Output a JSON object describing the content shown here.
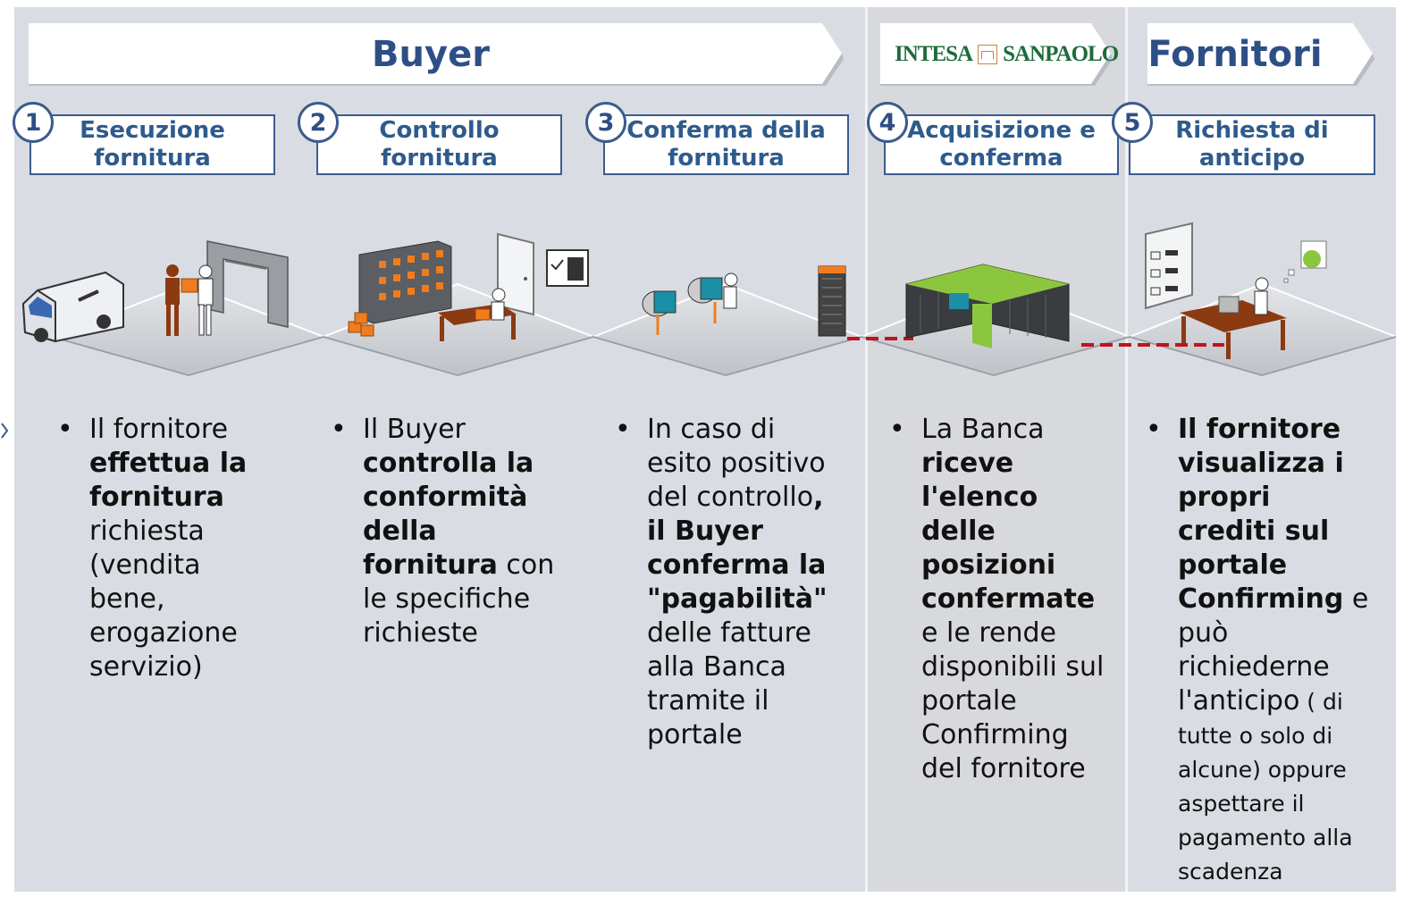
{
  "headers": {
    "buyer": "Buyer",
    "bank_logo_left": "INTESA",
    "bank_logo_right": "SANPAOLO",
    "suppliers": "Fornitori"
  },
  "steps": [
    {
      "num": "1",
      "title": "Esecuzione fornitura"
    },
    {
      "num": "2",
      "title": "Controllo fornitura"
    },
    {
      "num": "3",
      "title": "Conferma della fornitura"
    },
    {
      "num": "4",
      "title": "Acquisizione e conferma"
    },
    {
      "num": "5",
      "title": "Richiesta di anticipo"
    }
  ],
  "descriptions": {
    "d1": {
      "a": "Il fornitore ",
      "b": "effettua la fornitura",
      "c": " richiesta (vendita bene, erogazione servizio)"
    },
    "d2": {
      "a": "Il Buyer ",
      "b": "controlla la conformità della fornitura",
      "c": " con le specifiche richieste"
    },
    "d3": {
      "a": "In caso di esito positivo del controllo",
      "b": ", il Buyer conferma la \"pagabilità\"",
      "c": " delle fatture alla Banca tramite il portale"
    },
    "d4": {
      "a": "La Banca ",
      "b": "riceve l'elenco delle posizioni confermate",
      "c": " e le rende disponibili sul portale Confirming del fornitore"
    },
    "d5": {
      "b": "Il fornitore visualizza i propri crediti sul portale Confirming",
      "c": " e può richiederne l'anticipo",
      "d": " ( di tutte o solo di alcune) oppure aspettare il pagamento alla scadenza"
    }
  },
  "bullet": "•",
  "colors": {
    "accent": "#2e4f85",
    "panel": "#d9dde3",
    "orange": "#f07c1e",
    "green": "#8cc63f",
    "wood": "#8b3a12",
    "dashed_line": "#c0141c"
  }
}
